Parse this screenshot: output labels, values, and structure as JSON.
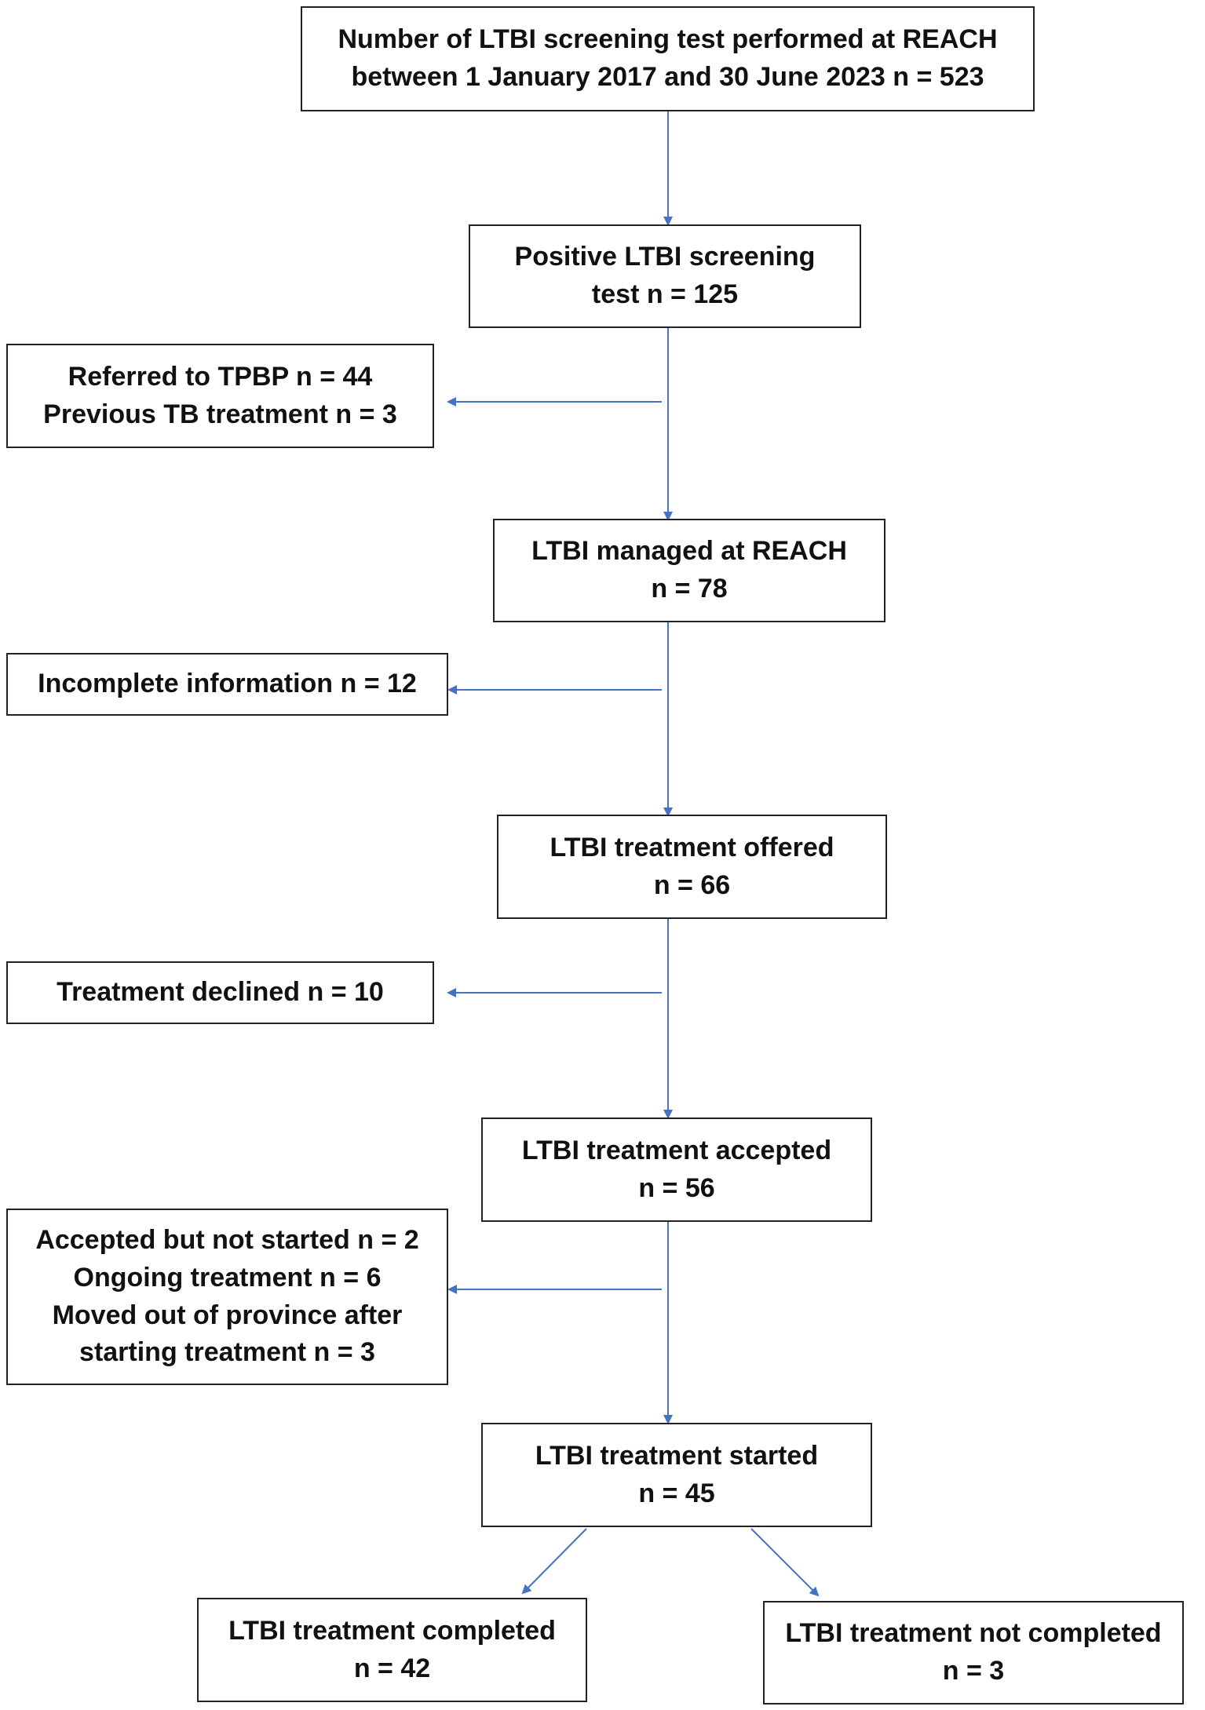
{
  "colors": {
    "arrow": "#4472c4",
    "box_border": "#222222",
    "text": "#111111"
  },
  "flowchart": {
    "nodes": {
      "screening_tests": {
        "lines": [
          "Number of LTBI screening test performed at REACH",
          "between 1 January 2017 and 30 June 2023 n = 523"
        ]
      },
      "positive_screening": {
        "lines": [
          "Positive LTBI screening",
          "test n = 125"
        ]
      },
      "referred_previous": {
        "lines": [
          "Referred to TPBP n = 44",
          "Previous TB treatment n = 3"
        ]
      },
      "managed_at_reach": {
        "lines": [
          "LTBI managed at REACH",
          "n = 78"
        ]
      },
      "incomplete_info": {
        "lines": [
          "Incomplete information n = 12"
        ]
      },
      "treatment_offered": {
        "lines": [
          "LTBI treatment offered",
          "n = 66"
        ]
      },
      "treatment_declined": {
        "lines": [
          "Treatment declined n = 10"
        ]
      },
      "treatment_accepted": {
        "lines": [
          "LTBI treatment accepted",
          "n =  56"
        ]
      },
      "excluded_after_acceptance": {
        "lines": [
          "Accepted but not started n = 2",
          "Ongoing treatment n = 6",
          "Moved out of province after",
          "starting treatment n = 3"
        ]
      },
      "treatment_started": {
        "lines": [
          "LTBI treatment started",
          "n = 45"
        ]
      },
      "treatment_completed": {
        "lines": [
          "LTBI treatment completed",
          "n = 42"
        ]
      },
      "treatment_not_completed": {
        "lines": [
          "LTBI treatment not completed",
          "n = 3"
        ]
      }
    }
  }
}
